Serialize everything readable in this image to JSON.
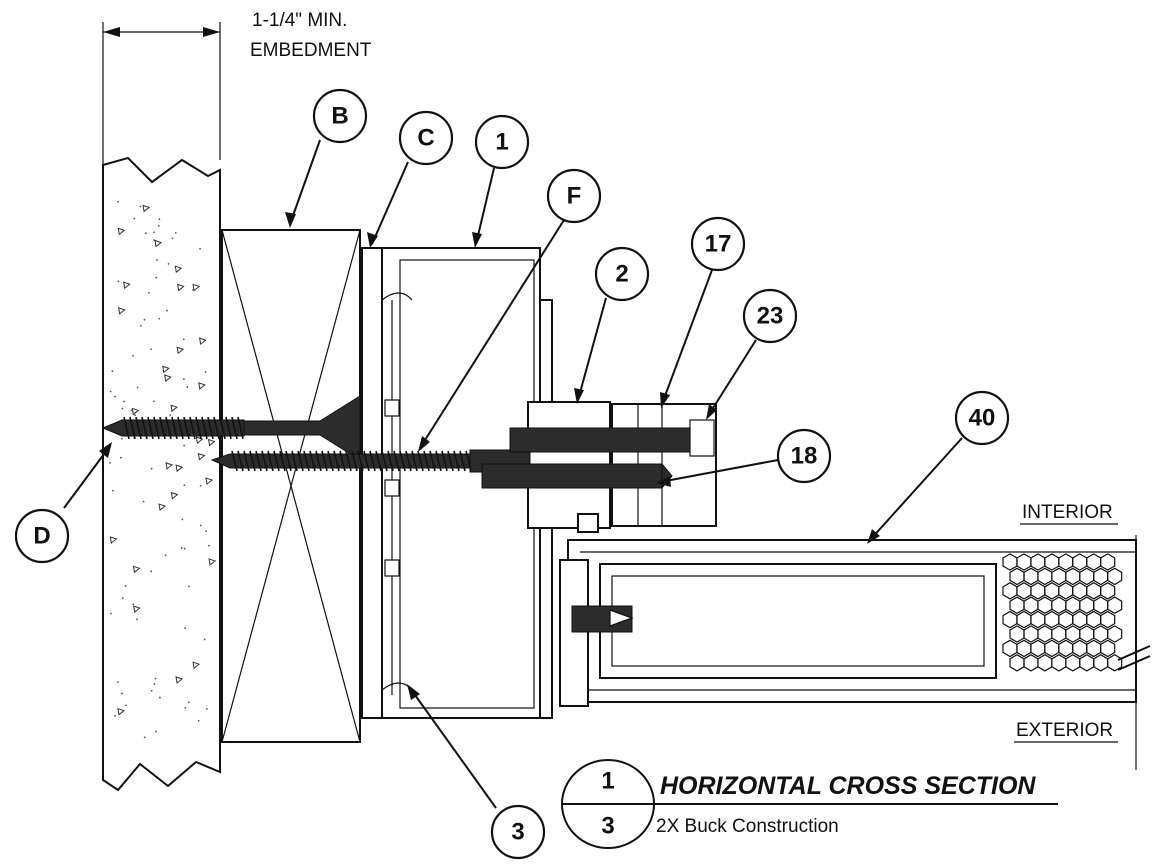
{
  "dimension": {
    "line1": "1-1/4\" MIN.",
    "line2": "EMBEDMENT"
  },
  "callouts": {
    "B": "B",
    "C": "C",
    "one": "1",
    "F": "F",
    "two": "2",
    "seventeen": "17",
    "twentythree": "23",
    "eighteen": "18",
    "forty": "40",
    "D": "D",
    "three": "3"
  },
  "labels": {
    "interior": "INTERIOR",
    "exterior": "EXTERIOR"
  },
  "title_block": {
    "detail_number": "1",
    "sheet_number": "3",
    "title": "HORIZONTAL CROSS SECTION",
    "subtitle": "2X Buck Construction"
  }
}
